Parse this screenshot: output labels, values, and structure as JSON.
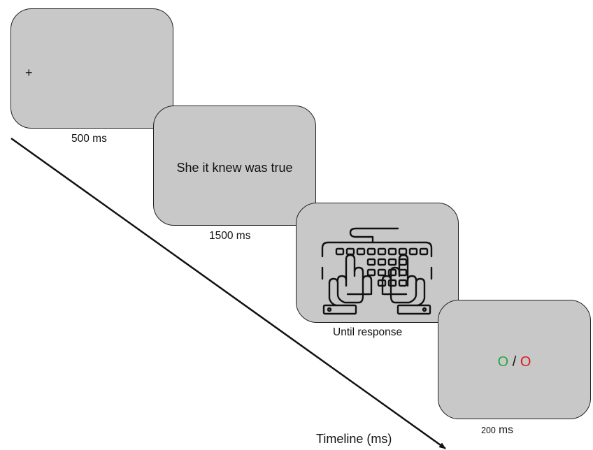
{
  "trial": {
    "fixation": {
      "symbol": "+",
      "duration": "500 ms"
    },
    "sentence": {
      "text": "She it knew was true",
      "duration": "1500 ms"
    },
    "response": {
      "icon": "keyboard-hands-icon",
      "duration": "Until response"
    },
    "feedback": {
      "correct_symbol": "O",
      "separator": " / ",
      "incorrect_symbol": "O",
      "duration_value": "200",
      "duration_unit": " ms"
    }
  },
  "timeline": {
    "label": "Timeline (ms)"
  },
  "colors": {
    "frame_fill": "#c8c8c8",
    "correct": "#22aa3a",
    "incorrect": "#e0181c"
  }
}
